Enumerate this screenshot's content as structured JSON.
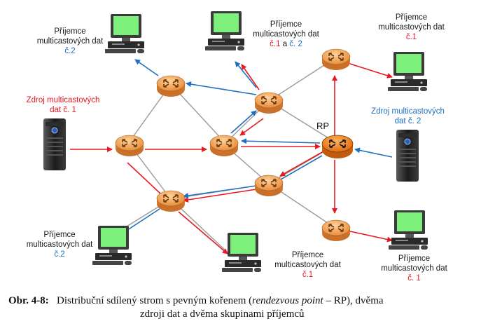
{
  "receiver_label": {
    "line1": "Příjemce",
    "line2": "multicastových dat",
    "group2": "č.2",
    "group1": "č.1",
    "group1_and": "a",
    "group1_space": "č. 1",
    "group2_space": "č. 2"
  },
  "source1": {
    "line1": "Zdroj multicastových",
    "line2": "dat č. 1"
  },
  "source2": {
    "line1": "Zdroj multicastových",
    "line2": "dat č. 2"
  },
  "rp_label": "RP",
  "caption": {
    "number": "Obr. 4-8:",
    "text_before_italic": "Distribuční sdílený strom s pevným kořenem (",
    "italic": "rendezvous point",
    "text_after_italic": " – RP), dvěma",
    "line2": "zdroji dat a dvěma skupinami příjemců"
  },
  "colors": {
    "link_gray": "#9a9a9a",
    "group1_red": "#e8191f",
    "group2_blue": "#1e6fbf",
    "router_fill": "#f2a65a",
    "rp_fill": "#f07d1f",
    "monitor_screen": "#7cf07a"
  },
  "icons": {
    "router": "router-icon",
    "server": "server-icon",
    "workstation": "workstation-icon"
  }
}
